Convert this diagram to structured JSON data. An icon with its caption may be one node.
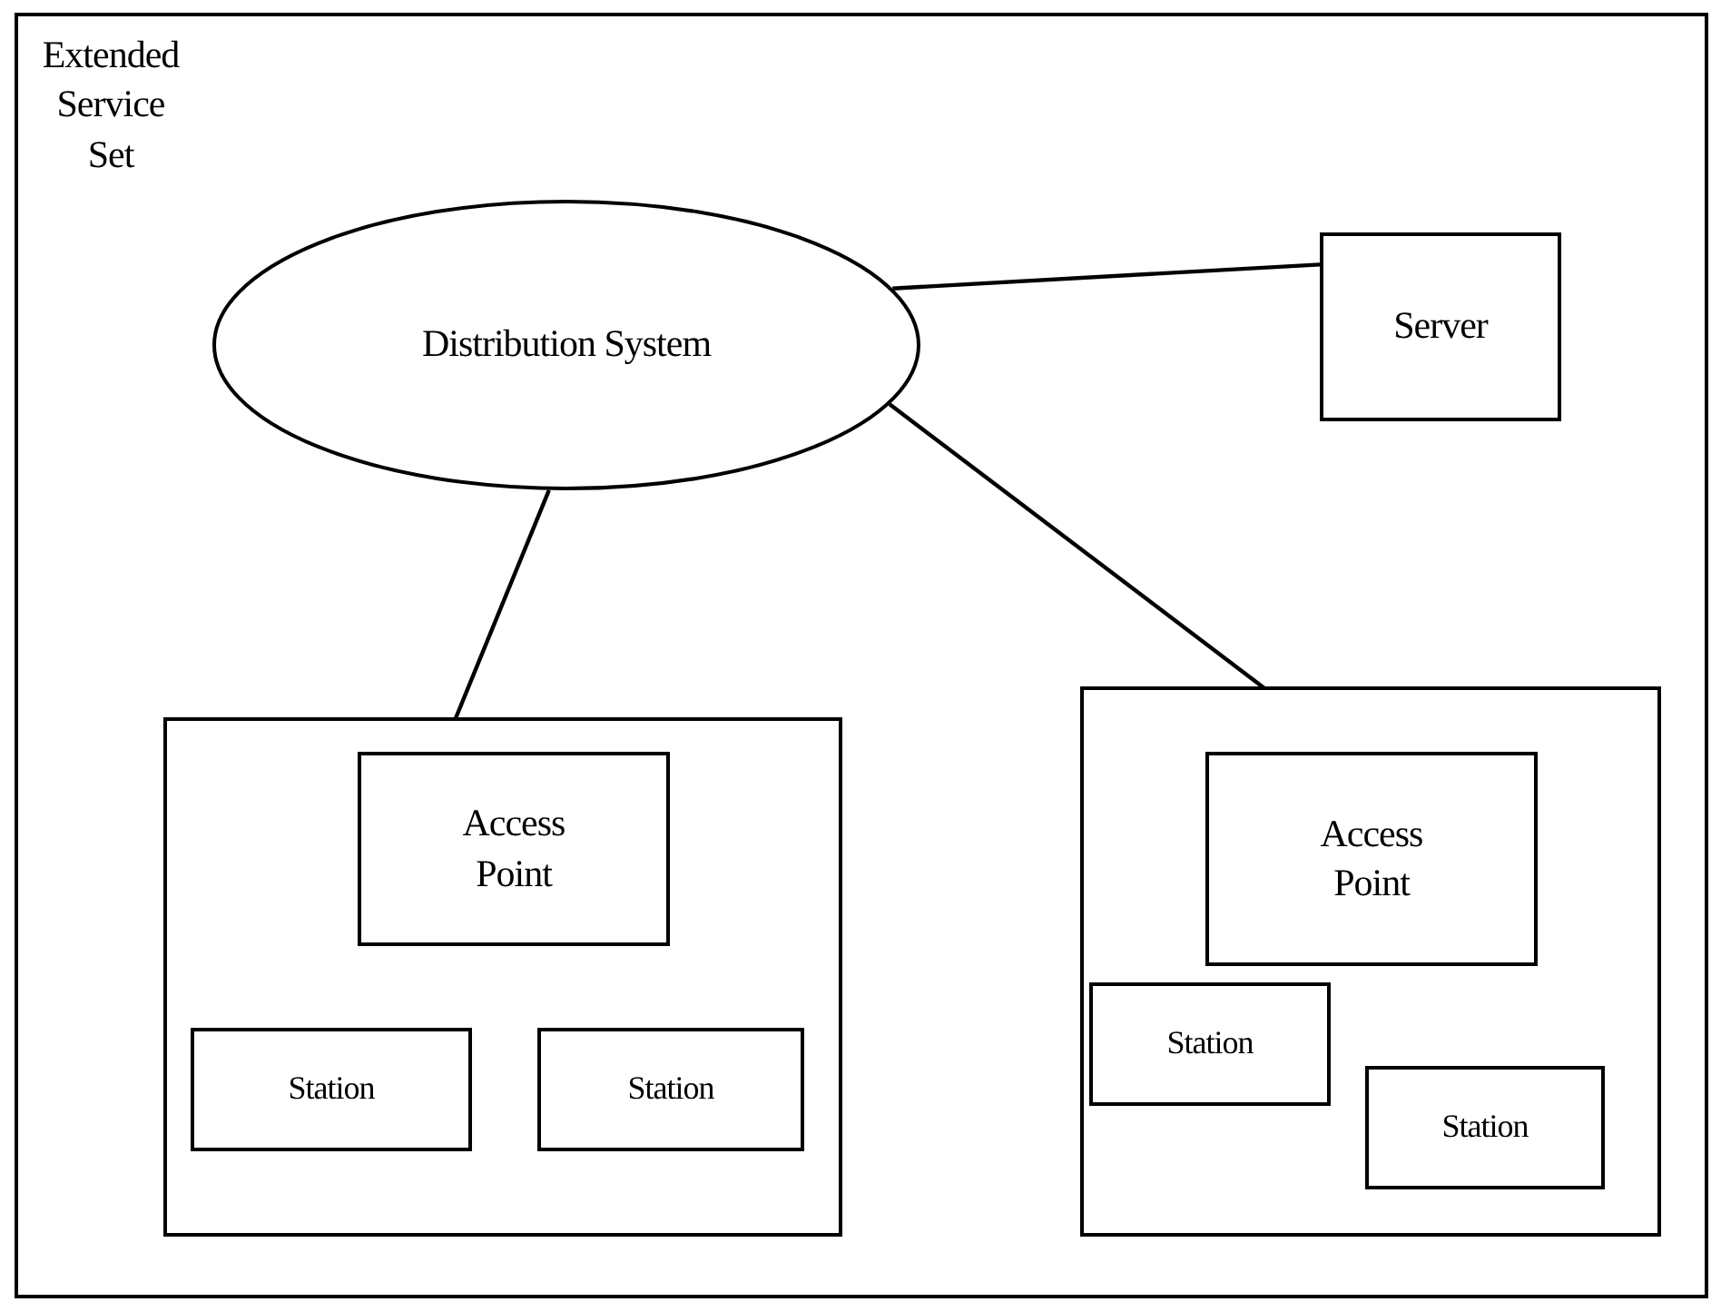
{
  "diagram": {
    "nodes": [
      {
        "text": [
          "Extended Service Set"
        ]
      },
      {
        "text": [
          "Distribution System"
        ],
        "in": 0
      },
      {
        "text": [
          "Server"
        ],
        "in": 0
      },
      {
        "text": [],
        "shape": "box",
        "in": 0
      },
      {
        "text": [
          "Access Point"
        ],
        "in": 3
      },
      {
        "text": [
          "Station"
        ],
        "in": 3
      },
      {
        "text": [
          "Station"
        ],
        "in": 3
      },
      {
        "text": [],
        "shape": "box",
        "in": 0
      },
      {
        "text": [
          "Access Point"
        ],
        "in": 7
      },
      {
        "text": [
          "Station"
        ],
        "in": 7
      },
      {
        "text": [
          "Station"
        ],
        "in": 7
      }
    ],
    "edges": [
      {
        "from": 1,
        "to": 2,
        "arrow": "none"
      },
      {
        "from": 1,
        "to": 4,
        "arrow": "none"
      },
      {
        "from": 1,
        "to": 8,
        "arrow": "none"
      }
    ]
  }
}
